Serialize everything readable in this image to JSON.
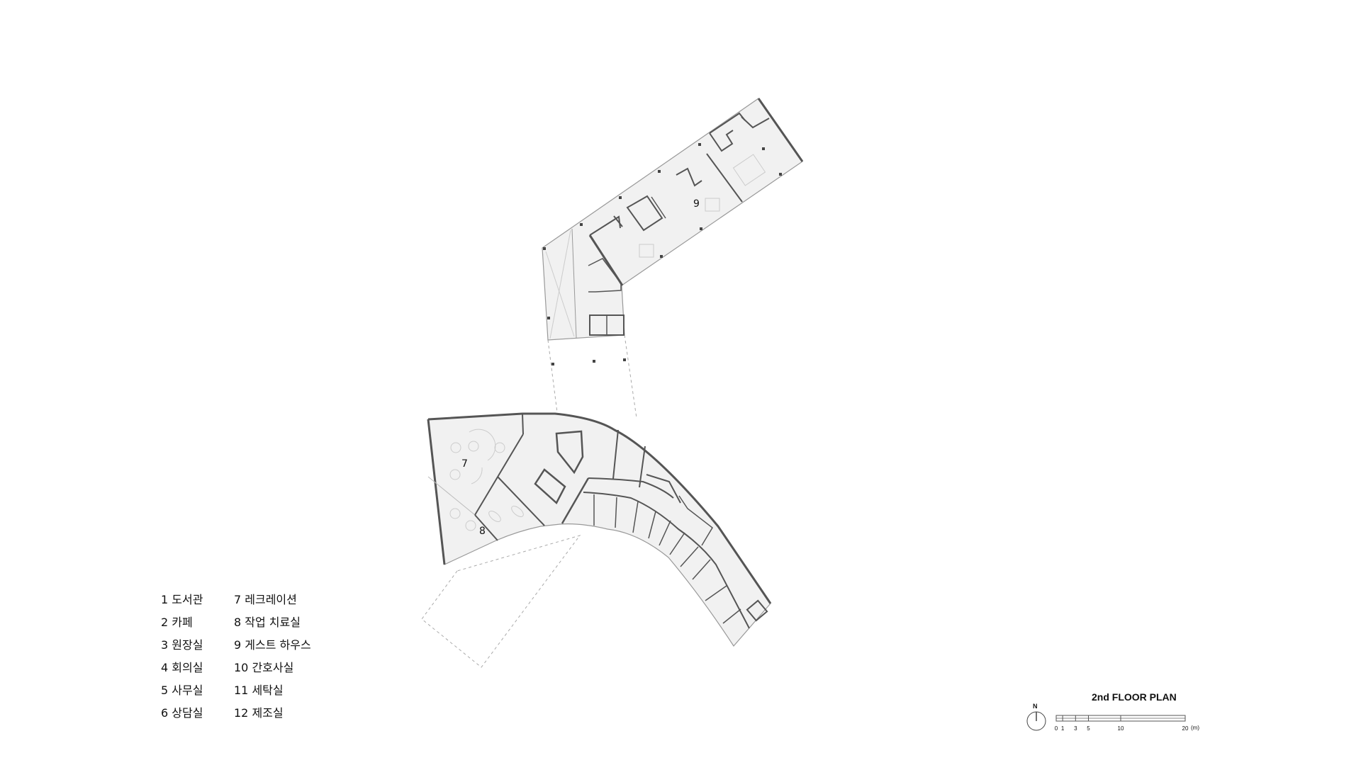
{
  "room_labels": {
    "r7": "7",
    "r8": "8",
    "r9": "9"
  },
  "legend": [
    {
      "text": "1 도서관"
    },
    {
      "text": "2 카페"
    },
    {
      "text": "3 원장실"
    },
    {
      "text": "4 회의실"
    },
    {
      "text": "5 사무실"
    },
    {
      "text": "6 상담실"
    },
    {
      "text": "7 레크레이션"
    },
    {
      "text": "8 작업 치료실"
    },
    {
      "text": "9 게스트 하우스"
    },
    {
      "text": "10 간호사실"
    },
    {
      "text": "11 세탁실"
    },
    {
      "text": "12 제조실"
    }
  ],
  "title": "2nd FLOOR PLAN",
  "north": "N",
  "scale": {
    "ticks": [
      "0",
      "1",
      "3",
      "5",
      "10",
      "20"
    ],
    "tick_values": [
      0,
      1,
      3,
      5,
      10,
      20
    ],
    "max": 20,
    "unit": "(m)"
  },
  "colors": {
    "floor": "#f1f1f1",
    "wall": "#555555",
    "thin": "#aaaaaa"
  }
}
